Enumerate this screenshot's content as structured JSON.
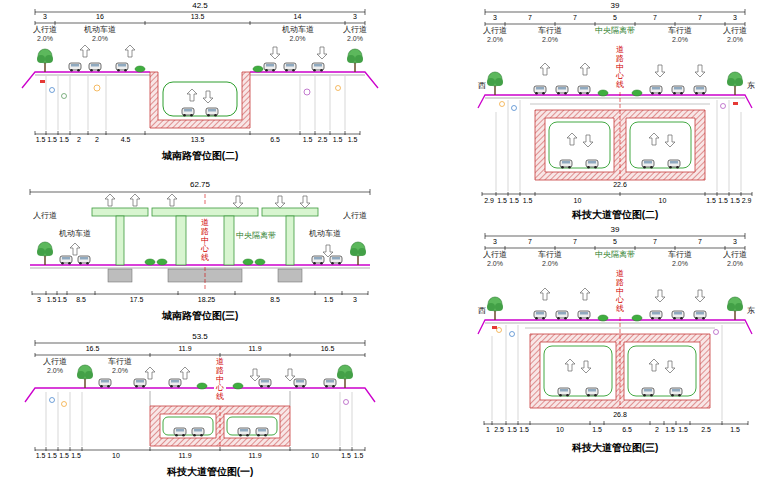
{
  "diagram": {
    "labels": [
      "42.5",
      "3",
      "16",
      "13.5",
      "14",
      "3",
      "人行道",
      "机动车道",
      "机动车道",
      "人行道",
      "2.0%",
      "2.0%",
      "2.0%",
      "2.0%",
      "1.5",
      "1.5",
      "1.5",
      "2",
      "2",
      "4.5",
      "13.5",
      "6.5",
      "1.5",
      "2.5",
      "1.5",
      "1.5",
      "城南路管位图(二)",
      "62.75",
      "人行道",
      "机动车道",
      "机动车道",
      "人行道",
      "中央隔离带",
      "道路中心线",
      "3",
      "1.5",
      "1.5",
      "8.5",
      "17.5",
      "18.25",
      "8.5",
      "1.5",
      "3",
      "城南路管位图(三)",
      "53.5",
      "16.5",
      "11.9",
      "11.9",
      "16.5",
      "人行道",
      "车行道",
      "2.0%",
      "2.0%",
      "道路中心线",
      "1.5",
      "1.5",
      "1.5",
      "1.5",
      "10",
      "11.9",
      "11.9",
      "10",
      "1.5",
      "1.5",
      "科技大道管位图(一)",
      "39",
      "3",
      "7",
      "7",
      "5",
      "7",
      "7",
      "3",
      "人行道",
      "车行道",
      "中央隔离带",
      "车行道",
      "人行道",
      "2.0%",
      "2.0%",
      "2.0%",
      "2.0%",
      "道路中心线",
      "西",
      "东",
      "22.6",
      "2.9",
      "1.5",
      "1.5",
      "1.5",
      "10",
      "10",
      "1.5",
      "1.5",
      "1.5",
      "2.9",
      "科技大道管位图(二)",
      "39",
      "3",
      "7",
      "7",
      "5",
      "7",
      "7",
      "3",
      "人行道",
      "车行道",
      "中央隔离带",
      "车行道",
      "人行道",
      "2.0%",
      "2.0%",
      "2.0%",
      "2.0%",
      "道路中心线",
      "西",
      "东",
      "26.8",
      "1",
      "2.5",
      "1.5",
      "1.5",
      "10",
      "1.5",
      "6.5",
      "2",
      "1.5",
      "1.5",
      "2.5",
      "1.5",
      "科技大道管位图(三)"
    ]
  }
}
